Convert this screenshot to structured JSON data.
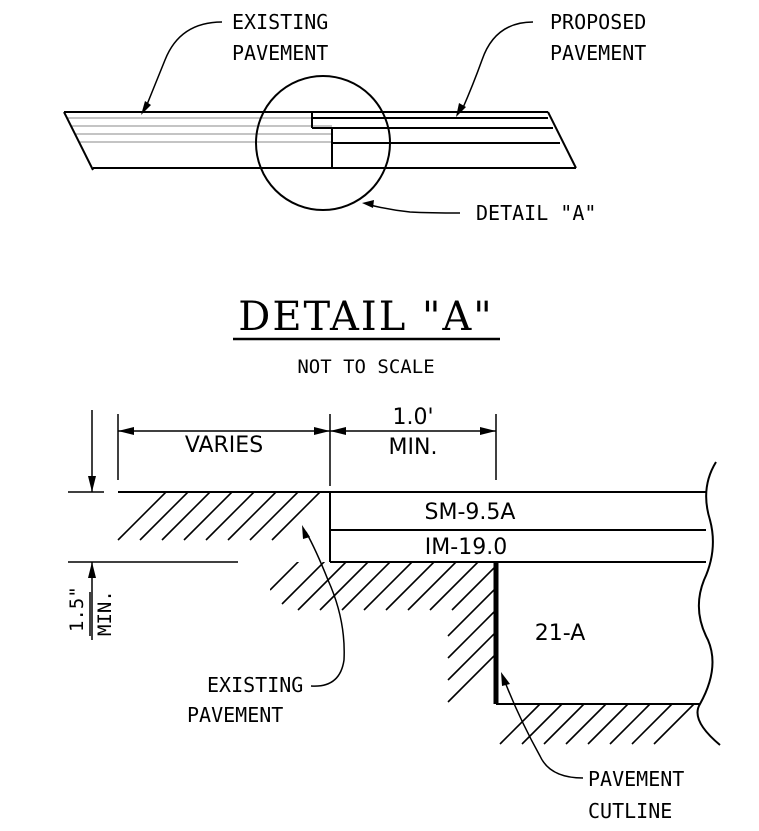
{
  "overview": {
    "existing_label_line1": "EXISTING",
    "existing_label_line2": "PAVEMENT",
    "proposed_label_line1": "PROPOSED",
    "proposed_label_line2": "PAVEMENT",
    "detail_callout": "DETAIL \"A\""
  },
  "detail": {
    "title": "DETAIL \"A\"",
    "subtitle": "NOT TO SCALE",
    "dim_varies": "VARIES",
    "dim_width_value": "1.0'",
    "dim_width_note": "MIN.",
    "dim_depth_value": "1.5\"",
    "dim_depth_note": "MIN.",
    "layer_surface": "SM-9.5A",
    "layer_intermediate": "IM-19.0",
    "layer_base": "21-A",
    "existing_label_line1": "EXISTING",
    "existing_label_line2": "PAVEMENT",
    "cutline_label_line1": "PAVEMENT",
    "cutline_label_line2": "CUTLINE"
  }
}
